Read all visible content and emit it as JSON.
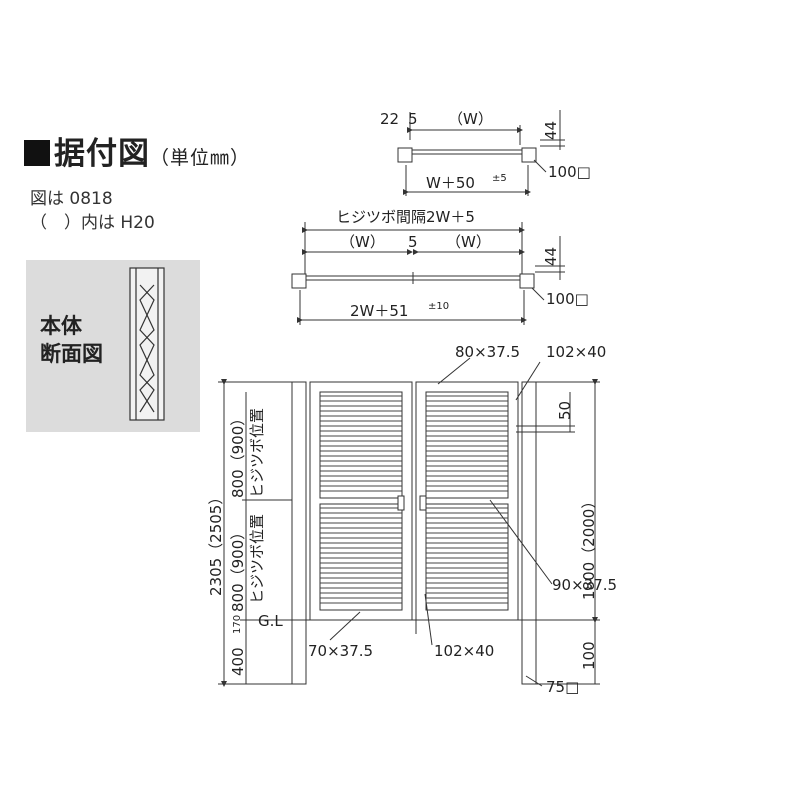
{
  "title": {
    "main": "据付図",
    "unit": "（単位㎜）"
  },
  "notes": {
    "model": "図は 0818",
    "alt": "（　）内は H20"
  },
  "section_panel": {
    "label_line1": "本体",
    "label_line2": "断面図"
  },
  "top_plan": {
    "dim_22": "22",
    "dim_5": "5",
    "dim_w": "（W）",
    "dim_44": "44",
    "dim_total": "W＋50",
    "tol_total": "±5",
    "post": "100□"
  },
  "double_plan": {
    "hinge_span": "ヒジツボ間隔2W＋5",
    "dim_w_left": "（W）",
    "dim_5": "5",
    "dim_w_right": "（W）",
    "dim_44": "44",
    "dim_total": "2W＋51",
    "tol_total": "±10",
    "post": "100□"
  },
  "elevation": {
    "frame_top": "80×37.5",
    "post_top": "102×40",
    "dim_50": "50",
    "height_gate": "1800（2000）",
    "louver": "90×37.5",
    "hinge_upper": "800（900）",
    "hinge_lower": "800（900）",
    "hinge_pos": "ヒジツボ位置",
    "overall": "2305（2505）",
    "dim_170": "170",
    "dim_400": "400",
    "gl": "G.L",
    "bottom_rail": "70×37.5",
    "stile": "102×40",
    "dim_100": "100",
    "foot_post": "75□"
  }
}
